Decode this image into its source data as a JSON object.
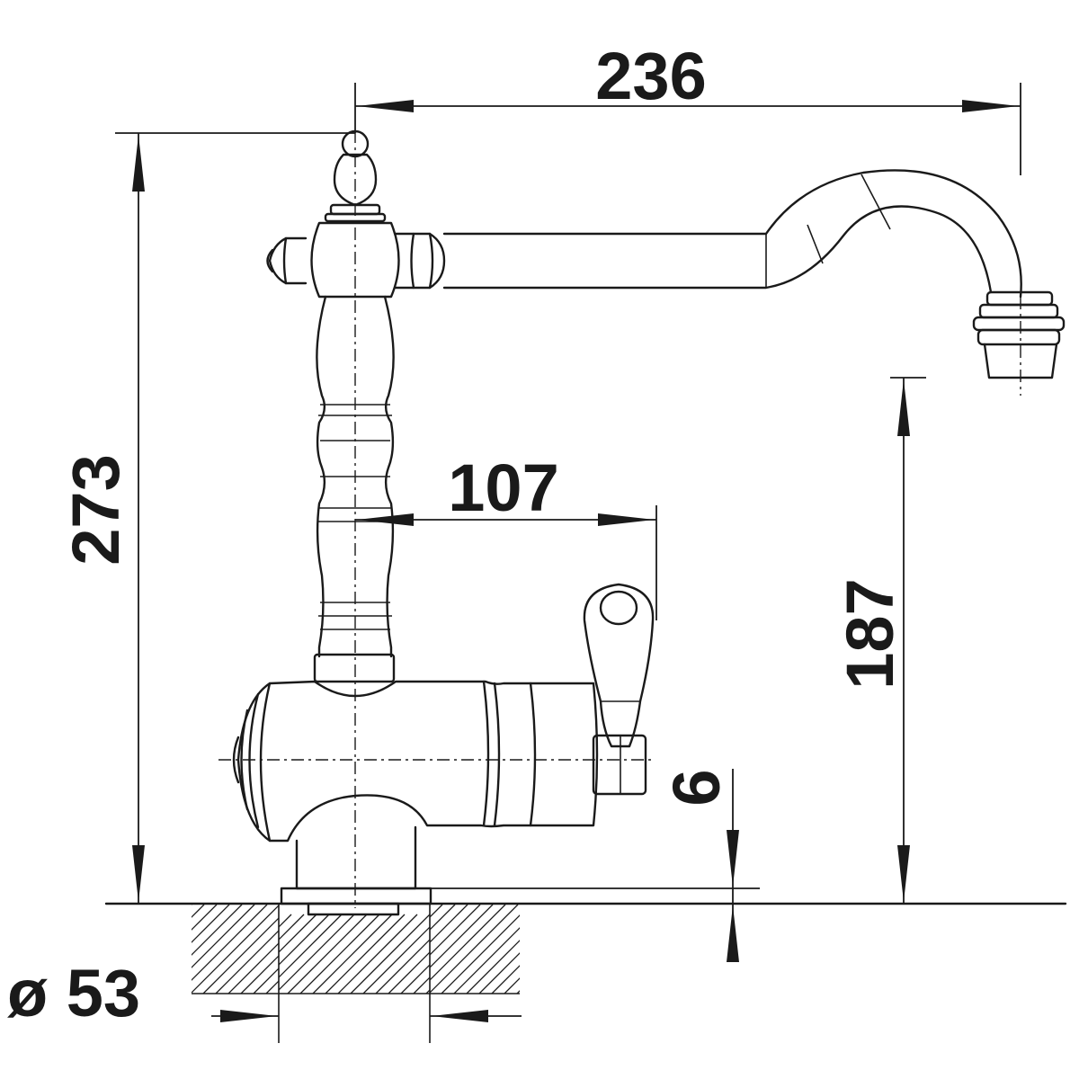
{
  "dimensions": {
    "spout_reach": "236",
    "total_height": "273",
    "lever_distance": "107",
    "spout_height": "187",
    "mount_offset": "6",
    "hole_diameter": "ø 53"
  },
  "colors": {
    "line": "#1a1a1a",
    "background": "#ffffff"
  }
}
